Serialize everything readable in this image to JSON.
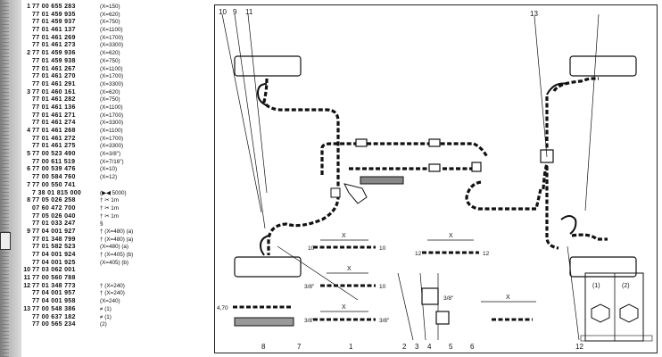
{
  "parts": [
    {
      "pos": "1",
      "number": "77 00 655 283",
      "note": "(X=150)"
    },
    {
      "pos": "",
      "number": "77 01 459 935",
      "note": "(X=620)"
    },
    {
      "pos": "",
      "number": "77 01 459 937",
      "note": "(X=750)"
    },
    {
      "pos": "",
      "number": "77 01 461 137",
      "note": "(X=1100)"
    },
    {
      "pos": "",
      "number": "77 01 461 269",
      "note": "(X=1700)"
    },
    {
      "pos": "",
      "number": "77 01 461 273",
      "note": "(X=3300)"
    },
    {
      "pos": "2",
      "number": "77 01 459 936",
      "note": "(X=620)"
    },
    {
      "pos": "",
      "number": "77 01 459 938",
      "note": "(X=750)"
    },
    {
      "pos": "",
      "number": "77 01 461 267",
      "note": "(X=1100)"
    },
    {
      "pos": "",
      "number": "77 01 461 270",
      "note": "(X=1700)"
    },
    {
      "pos": "",
      "number": "77 01 461 291",
      "note": "(X=3300)"
    },
    {
      "pos": "3",
      "number": "77 01 460 161",
      "note": "(X=620)"
    },
    {
      "pos": "",
      "number": "77 01 461 282",
      "note": "(X=750)"
    },
    {
      "pos": "",
      "number": "77 01 461 136",
      "note": "(X=1100)"
    },
    {
      "pos": "",
      "number": "77 01 461 271",
      "note": "(X=1700)"
    },
    {
      "pos": "",
      "number": "77 01 461 274",
      "note": "(X=3300)"
    },
    {
      "pos": "4",
      "number": "77 01 461 268",
      "note": "(X=1100)"
    },
    {
      "pos": "",
      "number": "77 01 461 272",
      "note": "(X=1700)"
    },
    {
      "pos": "",
      "number": "77 01 461 275",
      "note": "(X=3300)"
    },
    {
      "pos": "5",
      "number": "77 00 523 490",
      "note": "(X=3/8\")"
    },
    {
      "pos": "",
      "number": "77 00 611 519",
      "note": "(X=7/16\")"
    },
    {
      "pos": "6",
      "number": "77 00 539 476",
      "note": "(X=10)"
    },
    {
      "pos": "",
      "number": "77 00 584 760",
      "note": "(X=12)"
    },
    {
      "pos": "7",
      "number": "77 00 550 741",
      "note": ""
    },
    {
      "pos": "",
      "number": "7 38 01 815 000",
      "note": "(▶◀ 5000)"
    },
    {
      "pos": "8",
      "number": "77 05 026 258",
      "note": "† ✂ 1m"
    },
    {
      "pos": "",
      "number": "07 60 472 700",
      "note": "† ✂ 1m"
    },
    {
      "pos": "",
      "number": "77 05 026 040",
      "note": "† ✂ 1m"
    },
    {
      "pos": "",
      "number": "77 01 033 247",
      "note": "§"
    },
    {
      "pos": "9",
      "number": "77 04 001 927",
      "note": "† (X=480) (a)"
    },
    {
      "pos": "",
      "number": "77 01 348 799",
      "note": "† (X=480) (a)"
    },
    {
      "pos": "",
      "number": "77 01 582 523",
      "note": "(X=480) (a)"
    },
    {
      "pos": "",
      "number": "77 04 001 924",
      "note": "† (X=405) (b)"
    },
    {
      "pos": "",
      "number": "77 04 001 925",
      "note": "(X=405) (b)"
    },
    {
      "pos": "10",
      "number": "77 03 062 001",
      "note": ""
    },
    {
      "pos": "11",
      "number": "77 00 560 788",
      "note": ""
    },
    {
      "pos": "12",
      "number": "77 01 348 773",
      "note": "† (X=240)"
    },
    {
      "pos": "",
      "number": "77 04 001 957",
      "note": "† (X=240)"
    },
    {
      "pos": "",
      "number": "77 04 001 958",
      "note": "(X=240)"
    },
    {
      "pos": "13",
      "number": "77 00 548 386",
      "note": "≠ (1)"
    },
    {
      "pos": "",
      "number": "77 00 637 182",
      "note": "≠ (1)"
    },
    {
      "pos": "",
      "number": "77 00 565 234",
      "note": "(2)"
    }
  ],
  "diagram": {
    "callouts_top": [
      "10",
      "9",
      "11",
      "13"
    ],
    "callouts_bottom": [
      "8",
      "7",
      "1",
      "2",
      "3",
      "4",
      "5",
      "6",
      "12"
    ],
    "dim_x": "X",
    "dim_10": "10",
    "dim_12": "12",
    "dim_38": "3/8\"",
    "dim_470": "4,70",
    "inset_1": "(1)",
    "inset_2": "(2)"
  }
}
